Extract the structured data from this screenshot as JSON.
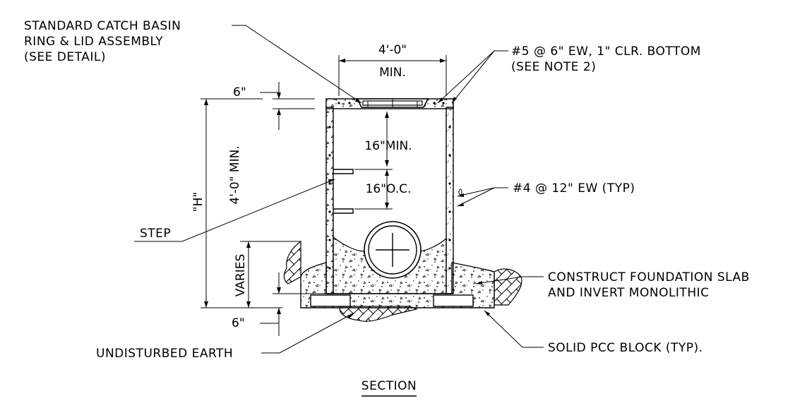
{
  "labels": {
    "ring_lid_1": "STANDARD CATCH BASIN",
    "ring_lid_2": "RING & LID ASSEMBLY",
    "ring_lid_3": "(SEE DETAIL)",
    "rebar_top_1": "#5 @ 6\" EW, 1\" CLR. BOTTOM",
    "rebar_top_2": "(SEE NOTE 2)",
    "rebar_wall": "#4 @ 12\" EW (TYP)",
    "step": "STEP",
    "foundation_1": "CONSTRUCT FOUNDATION SLAB",
    "foundation_2": "AND INVERT MONOLITHIC",
    "pcc_block": "SOLID PCC BLOCK (TYP).",
    "undisturbed": "UNDISTURBED EARTH",
    "section_title": "SECTION"
  },
  "dimensions": {
    "width": "4'-0\"",
    "width_sub": "MIN.",
    "top_slab": "6\"",
    "clear_height": "16\"MIN.",
    "step_spacing": "16\"O.C.",
    "height_h": "\"H\"",
    "height_min": "4'-0\" MIN.",
    "varies": "VARIES",
    "bottom_slab": "6\""
  }
}
